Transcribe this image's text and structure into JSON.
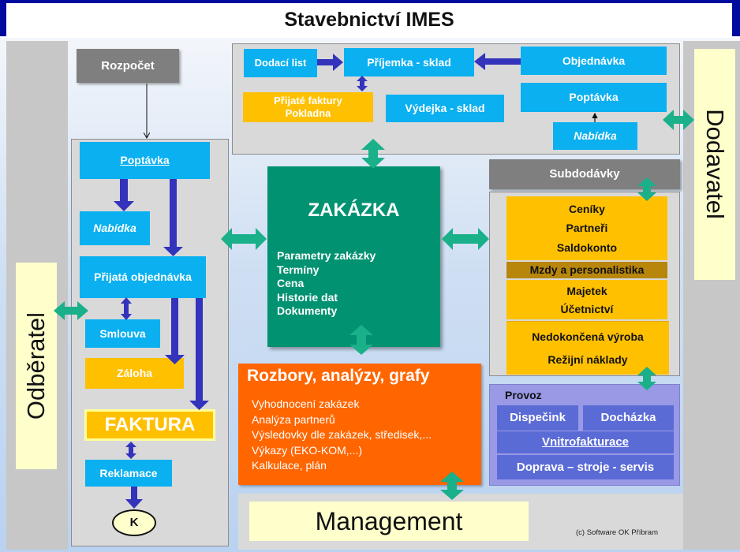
{
  "title": "Stavebnictví IMES",
  "side": {
    "left": "Odběratel",
    "right": "Dodavatel"
  },
  "rozpocet": "Rozpočet",
  "left_panel": {
    "poptavka": "Poptávka",
    "nabidka": "Nabídka",
    "prijata_objednavka": "Přijatá objednávka",
    "smlouva": "Smlouva",
    "zaloha": "Záloha",
    "faktura": "FAKTURA",
    "reklamace": "Reklamace",
    "end": "K"
  },
  "top_panel": {
    "dodaci_list": "Dodací list",
    "prijemka": "Příjemka - sklad",
    "objednavka": "Objednávka",
    "prijate_faktury": "Přijaté faktury\nPokladna",
    "vydejka": "Výdejka - sklad",
    "poptavka": "Poptávka",
    "nabidka": "Nabídka"
  },
  "zakazka": {
    "title": "ZAKÁZKA",
    "items": [
      "Parametry zakázky",
      "Termíny",
      "Cena",
      "Historie dat",
      "Dokumenty"
    ]
  },
  "subdodavky": "Subdodávky",
  "right_panel": {
    "items1": [
      "Ceníky",
      "Partneři",
      "Saldokonto"
    ],
    "mzdy": "Mzdy a personalistika",
    "items2": [
      "Majetek",
      "Účetnictví"
    ],
    "items3": [
      "Nedokončená výroba",
      "Režijní náklady"
    ]
  },
  "provoz": {
    "title": "Provoz",
    "dispecink": "Dispečink",
    "dochazka": "Docházka",
    "vnitrofakturace": "Vnitrofakturace",
    "doprava": "Doprava – stroje - servis"
  },
  "rozbory": {
    "title": "Rozbory, analýzy, grafy",
    "items": [
      "Vyhodnocení zakázek",
      "Analýza partnerů",
      "Výsledovky dle zakázek, středisek,...",
      "Výkazy (EKO-KOM,...)",
      "Kalkulace, plán"
    ]
  },
  "management": "Management",
  "copyright": "(c) Software OK Příbram",
  "colors": {
    "header": "#000a9e",
    "blue_box": "#0ab0f0",
    "yellow_box": "#ffc000",
    "green_center": "#009271",
    "orange": "#ff6600",
    "arrow_blue": "#3333bb",
    "arrow_teal": "#1ab08a",
    "provoz": "#9999e6"
  }
}
